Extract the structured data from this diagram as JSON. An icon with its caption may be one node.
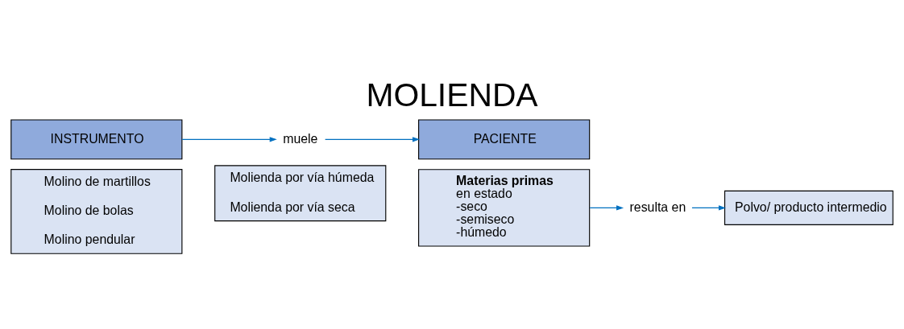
{
  "diagram": {
    "title": "MOLIENDA",
    "nodes": [
      {
        "text": [
          "INSTRUMENTO"
        ]
      },
      {
        "text": [
          "Molino de martillos",
          "Molino de bolas",
          "Molino pendular"
        ]
      },
      {
        "text": [
          "muele"
        ]
      },
      {
        "text": [
          "Molienda por vía húmeda",
          "Molienda por vía seca"
        ]
      },
      {
        "text": [
          "PACIENTE"
        ]
      },
      {
        "text": [
          "Materias primas",
          "en estado",
          "-seco",
          "-semiseco",
          "-húmedo"
        ]
      },
      {
        "text": [
          "resulta en"
        ]
      },
      {
        "text": [
          "Polvo/ producto intermedio"
        ]
      }
    ],
    "edges": [
      {
        "from": 0,
        "to": 2,
        "arrow": "to"
      },
      {
        "from": 2,
        "to": 4,
        "arrow": "to"
      },
      {
        "from": 5,
        "to": 6,
        "arrow": "to"
      },
      {
        "from": 6,
        "to": 7,
        "arrow": "to"
      }
    ]
  }
}
